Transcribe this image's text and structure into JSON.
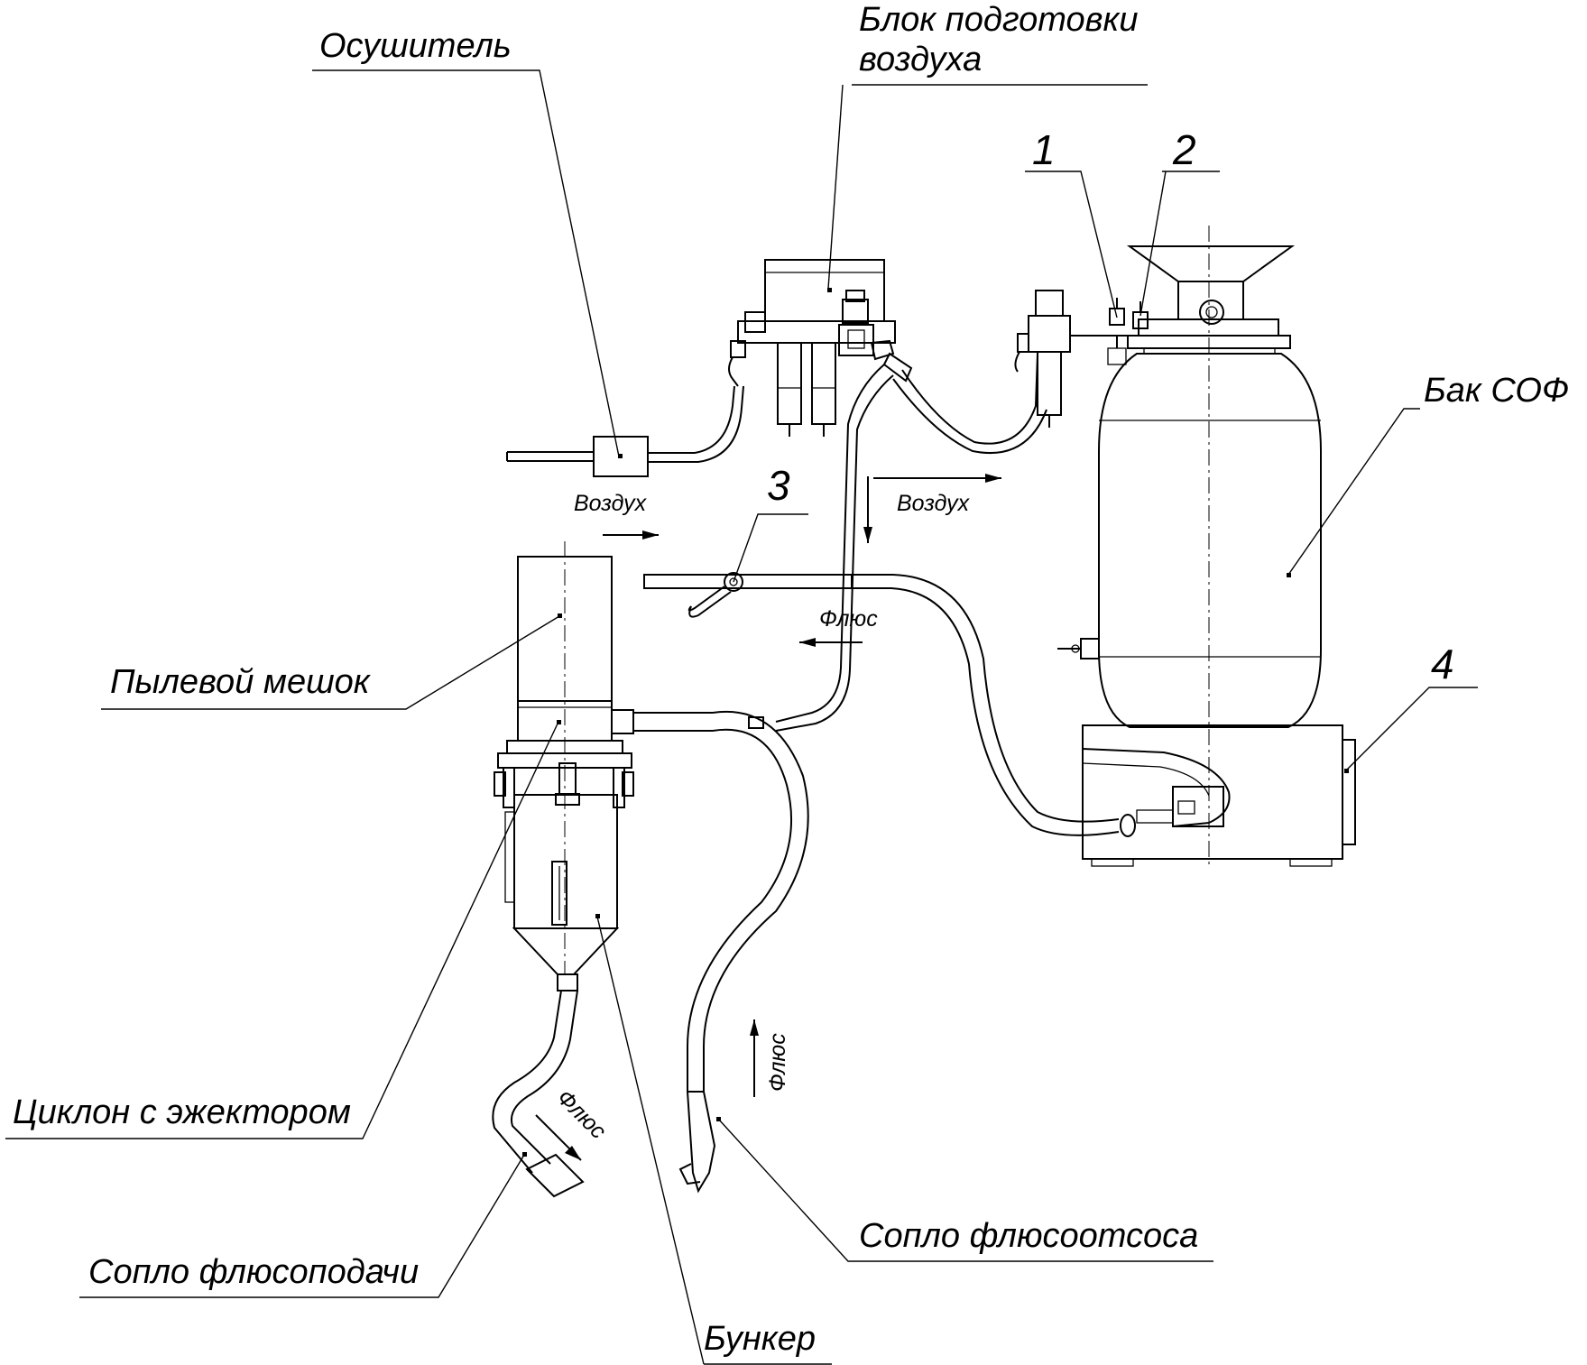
{
  "labels": {
    "dryer": "Осушитель",
    "air_prep_line1": "Блок подготовки",
    "air_prep_line2": "воздуха",
    "tank": "Бак СОФ",
    "dust_bag": "Пылевой мешок",
    "cyclone": "Циклон с эжектором",
    "feed_nozzle": "Сопло флюсоподачи",
    "hopper": "Бункер",
    "suction_nozzle": "Сопло флюсоотсоса"
  },
  "numbers": {
    "n1": "1",
    "n2": "2",
    "n3": "3",
    "n4": "4"
  },
  "flows": {
    "air_left": "Воздух",
    "air_right": "Воздух",
    "flux_middle": "Флюс",
    "flux_feed": "Флюс",
    "flux_suction": "Флюс"
  }
}
